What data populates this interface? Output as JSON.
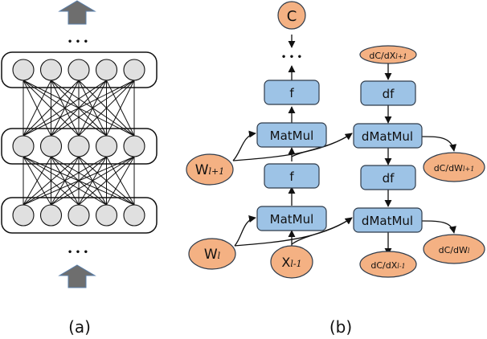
{
  "colors": {
    "op_fill": "#9dc3e6",
    "op_stroke": "#2f3b4a",
    "var_fill": "#f4b183",
    "neuron_fill": "#e0e0e0",
    "arrow_fill": "#6e6e6e",
    "arrow_stroke": "#5a7faa"
  },
  "panel_a": {
    "caption": "(a)",
    "ellipsis_top": "• • •",
    "ellipsis_bottom": "• • •",
    "layers": 3,
    "neurons_per_layer": 5
  },
  "panel_b": {
    "caption": "(b)",
    "forward": {
      "cost": "C",
      "ellipsis": "• • •",
      "f_top": "f",
      "matmul_top": "MatMul",
      "f_bottom": "f",
      "matmul_bottom": "MatMul",
      "w_top": {
        "base": "W",
        "sub": "l+1"
      },
      "w_bottom": {
        "base": "W",
        "sub": "l"
      },
      "x_input": {
        "base": "X",
        "sub": "l-1"
      }
    },
    "backward": {
      "grad_in": {
        "base": "dC/dX",
        "sub": "l+1"
      },
      "df_top": "df",
      "dmatmul_top": "dMatMul",
      "df_bottom": "df",
      "dmatmul_bottom": "dMatMul",
      "grad_w_top": {
        "base": "dC/dW",
        "sub": "l+1"
      },
      "grad_w_bottom": {
        "base": "dC/dW",
        "sub": "l"
      },
      "grad_x_out": {
        "base": "dC/dX",
        "sub": "l-1"
      }
    }
  }
}
